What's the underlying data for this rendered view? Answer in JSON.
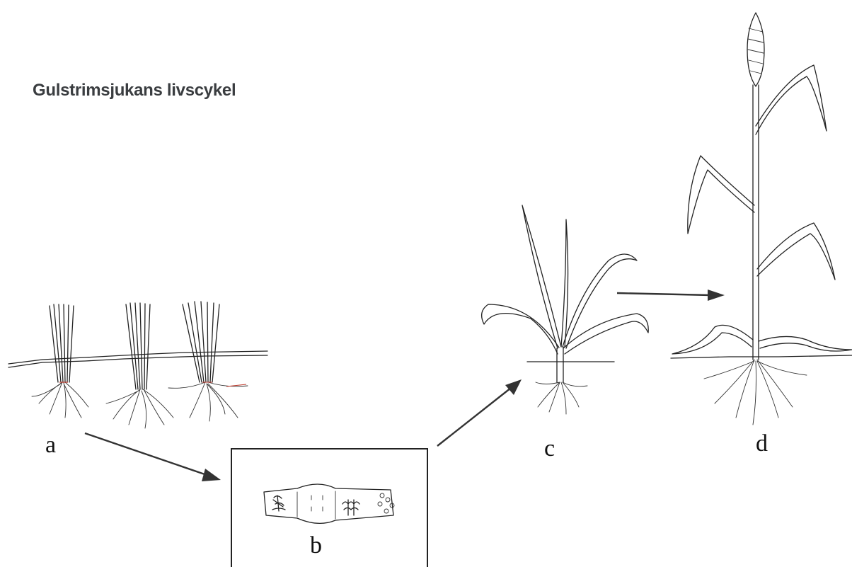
{
  "title": "Gulstrimsjukans livscykel",
  "stages": [
    {
      "id": "a",
      "label": "a"
    },
    {
      "id": "b",
      "label": "b"
    },
    {
      "id": "c",
      "label": "c"
    },
    {
      "id": "d",
      "label": "d"
    }
  ],
  "colors": {
    "ink": "#222222",
    "title": "#3a3d40",
    "arrow": "#333333",
    "accent": "#c0392b"
  }
}
